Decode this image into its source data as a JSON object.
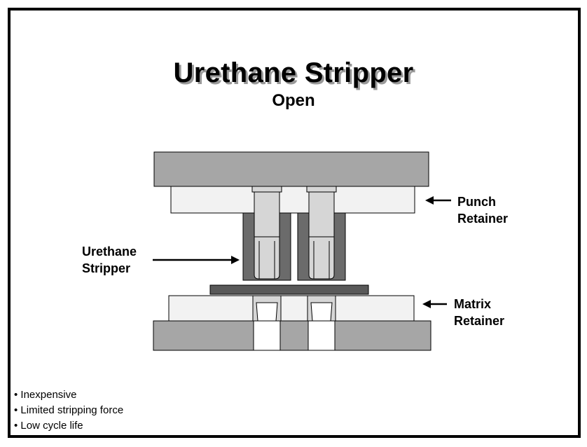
{
  "title": "Urethane Stripper",
  "subtitle": "Open",
  "labels": {
    "punch_retainer_line1": "Punch",
    "punch_retainer_line2": "Retainer",
    "urethane_stripper_line1": "Urethane",
    "urethane_stripper_line2": "Stripper",
    "matrix_retainer_line1": "Matrix",
    "matrix_retainer_line2": "Retainer"
  },
  "bullets": [
    "Inexpensive",
    "Limited stripping force",
    "Low cycle life"
  ],
  "colors": {
    "plate_gray": "#a6a6a6",
    "retainer_light": "#f2f2f2",
    "urethane_dark": "#6b6b6b",
    "punch_light": "#d6d6d6",
    "stock_dark": "#595959",
    "outline": "#000000"
  }
}
